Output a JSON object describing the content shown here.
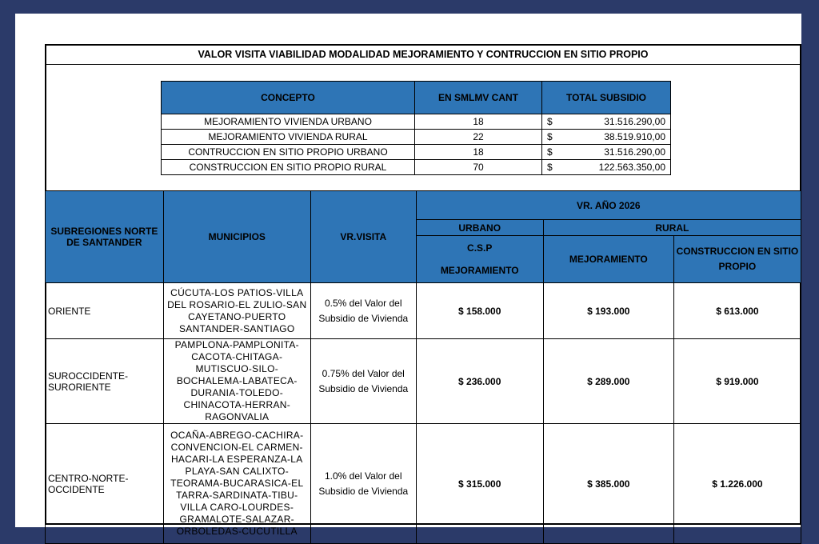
{
  "title": "VALOR VISITA VIABILIDAD MODALIDAD MEJORAMIENTO Y CONTRUCCION EN SITIO PROPIO",
  "concept_table": {
    "headers": [
      "CONCEPTO",
      "EN SMLMV CANT",
      "TOTAL SUBSIDIO"
    ],
    "rows": [
      {
        "concepto": "MEJORAMIENTO VIVIENDA URBANO",
        "cant": "18",
        "currency": "$",
        "total": "31.516.290,00"
      },
      {
        "concepto": "MEJORAMIENTO VIVIENDA RURAL",
        "cant": "22",
        "currency": "$",
        "total": "38.519.910,00"
      },
      {
        "concepto": "CONTRUCCION EN SITIO PROPIO URBANO",
        "cant": "18",
        "currency": "$",
        "total": "31.516.290,00"
      },
      {
        "concepto": "CONSTRUCCION EN SITIO PROPIO RURAL",
        "cant": "70",
        "currency": "$",
        "total": "122.563.350,00"
      }
    ]
  },
  "main_table": {
    "h_subregiones": "SUBREGIONES NORTE DE SANTANDER",
    "h_municipios": "MUNICIPIOS",
    "h_visita": "VR.VISITA",
    "h_year": "VR. AÑO 2026",
    "h_urbano": "URBANO",
    "h_rural": "RURAL",
    "h_csp": "C.S.P",
    "h_mej_urb": "MEJORAMIENTO",
    "h_mej_rural": "MEJORAMIENTO",
    "h_constr": "CONSTRUCCION EN SITIO PROPIO",
    "rows": [
      {
        "region": "ORIENTE",
        "municipios": "CÚCUTA-LOS PATIOS-VILLA DEL ROSARIO-EL ZULIO-SAN CAYETANO-PUERTO SANTANDER-SANTIAGO",
        "visita": "0.5% del Valor del Subsidio de Vivienda",
        "urbano": "$ 158.000",
        "mejoramiento": "$ 193.000",
        "construccion": "$ 613.000"
      },
      {
        "region": "SUROCCIDENTE-SURORIENTE",
        "municipios": "PAMPLONA-PAMPLONITA-CACOTA-CHITAGA-MUTISCUO-SILO-BOCHALEMA-LABATECA-DURANIA-TOLEDO-CHINACOTA-HERRAN-RAGONVALIA",
        "visita": "0.75% del Valor del Subsidio de Vivienda",
        "urbano": "$ 236.000",
        "mejoramiento": "$ 289.000",
        "construccion": "$ 919.000"
      },
      {
        "region": "CENTRO-NORTE-OCCIDENTE",
        "municipios": "OCAÑA-ABREGO-CACHIRA-CONVENCION-EL CARMEN-HACARI-LA ESPERANZA-LA PLAYA-SAN CALIXTO-TEORAMA-BUCARASICA-EL TARRA-SARDINATA-TIBU-VILLA CARO-LOURDES-GRAMALOTE-SALAZAR-ORBOLEDAS-CUCUTILLA",
        "visita": "1.0% del Valor del Subsidio de Vivienda",
        "urbano": "$ 315.000",
        "mejoramiento": "$ 385.000",
        "construccion": "$ 1.226.000"
      }
    ]
  }
}
